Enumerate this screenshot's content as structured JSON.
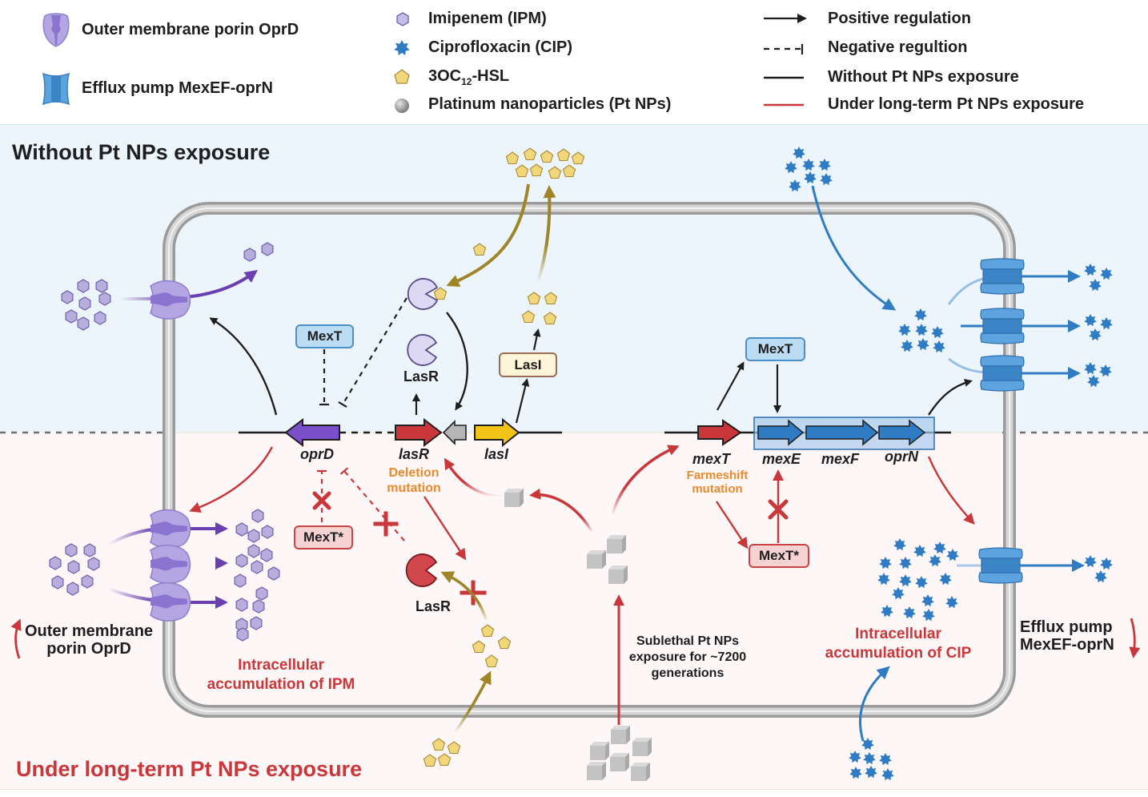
{
  "legend": {
    "left": [
      {
        "icon": "porin-icon",
        "label": "Outer membrane porin  OprD"
      },
      {
        "icon": "efflux-pump-icon",
        "label": "Efflux pump MexEF-oprN"
      }
    ],
    "middle": [
      {
        "icon": "hexagon-icon",
        "label": "Imipenem (IPM)"
      },
      {
        "icon": "star-icon",
        "label": "Ciprofloxacin (CIP)"
      },
      {
        "icon": "pentagon-icon",
        "label_main": "3OC",
        "label_sub": "12",
        "label_tail": "-HSL"
      },
      {
        "icon": "sphere-icon",
        "label": "Platinum nanoparticles (Pt NPs)"
      }
    ],
    "right": [
      {
        "icon": "positive-arrow-icon",
        "label": "Positive  regulation"
      },
      {
        "icon": "negative-dashed-icon",
        "label": "Negative regultion"
      },
      {
        "icon": "black-line-icon",
        "label": "Without Pt NPs exposure"
      },
      {
        "icon": "red-line-icon",
        "label": "Under long-term Pt NPs exposure"
      }
    ]
  },
  "panels": {
    "top_title": "Without Pt NPs exposure",
    "bottom_title": "Under long-term Pt NPs exposure"
  },
  "genes": {
    "oprD": "oprD",
    "lasR": "lasR",
    "lasI": "lasI",
    "mexT": "mexT",
    "mexE": "mexE",
    "mexF": "mexF",
    "oprN": "oprN"
  },
  "proteins": {
    "mext_top_left": "MexT",
    "mext_top_right": "MexT",
    "mextstar_left": "MexT*",
    "mextstar_right": "MexT*",
    "lasi": "LasI",
    "lasr_top": "LasR",
    "lasr_bottom": "LasR"
  },
  "mutations": {
    "lasr": [
      "Deletion",
      "mutation"
    ],
    "mext": [
      "Farmeshift",
      "mutation"
    ]
  },
  "notes": {
    "porin_increase": [
      "Outer membrane",
      "porin  OprD"
    ],
    "efflux_decrease": [
      "Efflux pump",
      "MexEF-oprN"
    ],
    "ipm_accum": [
      "Intracellular",
      "accumulation of IPM"
    ],
    "cip_accum": [
      "Intracellular",
      "accumulation of CIP"
    ],
    "sublethal": [
      "Sublethal  Pt NPs",
      "exposure for ~7200",
      "generations"
    ]
  },
  "colors": {
    "ipm": "#b7aedd",
    "cip": "#2f7cc4",
    "hsl": "#f1d67a",
    "ptnp": "#a8a8a8",
    "positive": "#1e1e1e",
    "longterm": "#c9373a",
    "mutation_text": "#e98a2c",
    "oprd_gene": "#7a4fc9",
    "lasr_gene": "#c9373a",
    "lasi_gene": "#f2c418",
    "mex_gene": "#2f7cc4",
    "top_bg": "#edf5fc",
    "bottom_bg": "#fdf7f7"
  }
}
